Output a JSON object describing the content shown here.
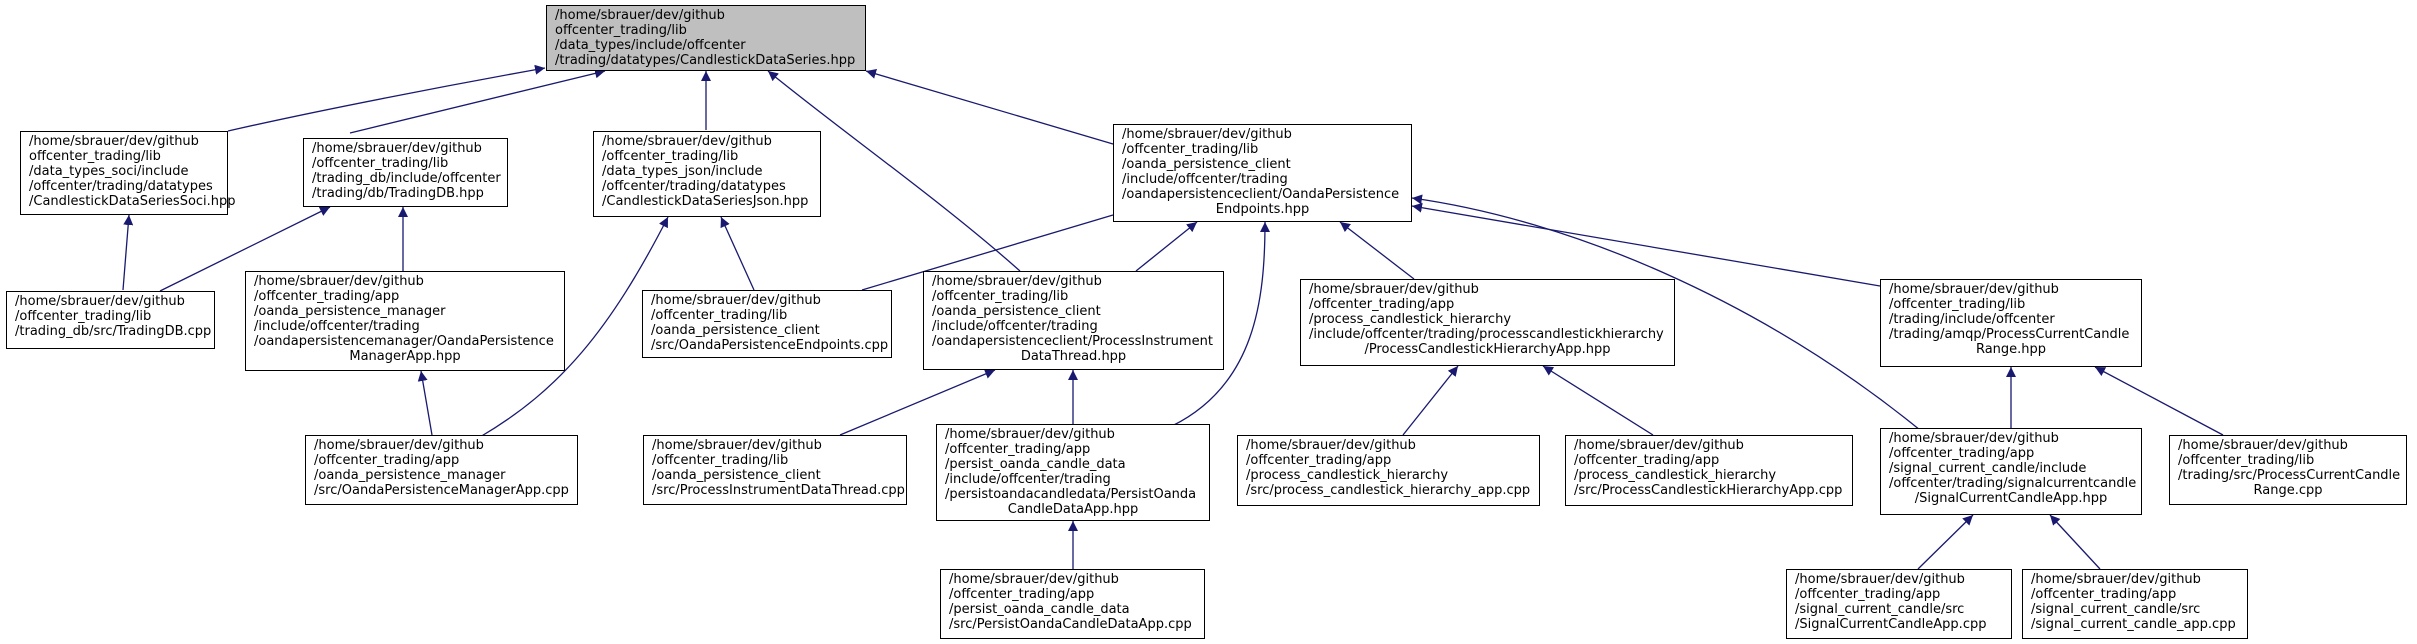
{
  "root": {
    "lines": [
      "/home/sbrauer/dev/github",
      "offcenter_trading/lib",
      "/data_types/include/offcenter",
      "/trading/datatypes/CandlestickDataSeries.hpp"
    ]
  },
  "nodes": {
    "soci_hpp": {
      "lines": [
        "/home/sbrauer/dev/github",
        "offcenter_trading/lib",
        "/data_types_soci/include",
        "/offcenter/trading/datatypes",
        "/CandlestickDataSeriesSoci.hpp"
      ]
    },
    "tradingdb_hpp": {
      "lines": [
        "/home/sbrauer/dev/github",
        "/offcenter_trading/lib",
        "/trading_db/include/offcenter",
        "/trading/db/TradingDB.hpp"
      ]
    },
    "json_hpp": {
      "lines": [
        "/home/sbrauer/dev/github",
        "/offcenter_trading/lib",
        "/data_types_json/include",
        "/offcenter/trading/datatypes",
        "/CandlestickDataSeriesJson.hpp"
      ]
    },
    "endpoints_hpp": {
      "lines": [
        "/home/sbrauer/dev/github",
        "/offcenter_trading/lib",
        "/oanda_persistence_client",
        "/include/offcenter/trading",
        "/oandapersistenceclient/OandaPersistence",
        "Endpoints.hpp"
      ]
    },
    "tradingdb_cpp": {
      "lines": [
        "/home/sbrauer/dev/github",
        "/offcenter_trading/lib",
        "/trading_db/src/TradingDB.cpp"
      ]
    },
    "manager_hpp": {
      "lines": [
        "/home/sbrauer/dev/github",
        "/offcenter_trading/app",
        "/oanda_persistence_manager",
        "/include/offcenter/trading",
        "/oandapersistencemanager/OandaPersistence",
        "ManagerApp.hpp"
      ]
    },
    "endpoints_cpp": {
      "lines": [
        "/home/sbrauer/dev/github",
        "/offcenter_trading/lib",
        "/oanda_persistence_client",
        "/src/OandaPersistenceEndpoints.cpp"
      ]
    },
    "pidt_hpp": {
      "lines": [
        "/home/sbrauer/dev/github",
        "/offcenter_trading/lib",
        "/oanda_persistence_client",
        "/include/offcenter/trading",
        "/oandapersistenceclient/ProcessInstrument",
        "DataThread.hpp"
      ]
    },
    "pch_hpp": {
      "lines": [
        "/home/sbrauer/dev/github",
        "/offcenter_trading/app",
        "/process_candlestick_hierarchy",
        "/include/offcenter/trading/processcandlestickhierarchy",
        "/ProcessCandlestickHierarchyApp.hpp"
      ]
    },
    "pccr_hpp": {
      "lines": [
        "/home/sbrauer/dev/github",
        "/offcenter_trading/lib",
        "/trading/include/offcenter",
        "/trading/amqp/ProcessCurrentCandle",
        "Range.hpp"
      ]
    },
    "manager_cpp": {
      "lines": [
        "/home/sbrauer/dev/github",
        "/offcenter_trading/app",
        "/oanda_persistence_manager",
        "/src/OandaPersistenceManagerApp.cpp"
      ]
    },
    "pidt_cpp": {
      "lines": [
        "/home/sbrauer/dev/github",
        "/offcenter_trading/lib",
        "/oanda_persistence_client",
        "/src/ProcessInstrumentDataThread.cpp"
      ]
    },
    "pocd_hpp": {
      "lines": [
        "/home/sbrauer/dev/github",
        "/offcenter_trading/app",
        "/persist_oanda_candle_data",
        "/include/offcenter/trading",
        "/persistoandacandledata/PersistOanda",
        "CandleDataApp.hpp"
      ]
    },
    "pch_app_cpp": {
      "lines": [
        "/home/sbrauer/dev/github",
        "/offcenter_trading/app",
        "/process_candlestick_hierarchy",
        "/src/process_candlestick_hierarchy_app.cpp"
      ]
    },
    "pch_cpp": {
      "lines": [
        "/home/sbrauer/dev/github",
        "/offcenter_trading/app",
        "/process_candlestick_hierarchy",
        "/src/ProcessCandlestickHierarchyApp.cpp"
      ]
    },
    "scc_hpp": {
      "lines": [
        "/home/sbrauer/dev/github",
        "/offcenter_trading/app",
        "/signal_current_candle/include",
        "/offcenter/trading/signalcurrentcandle",
        "/SignalCurrentCandleApp.hpp"
      ]
    },
    "pccr_cpp": {
      "lines": [
        "/home/sbrauer/dev/github",
        "/offcenter_trading/lib",
        "/trading/src/ProcessCurrentCandle",
        "Range.cpp"
      ]
    },
    "pocd_cpp": {
      "lines": [
        "/home/sbrauer/dev/github",
        "/offcenter_trading/app",
        "/persist_oanda_candle_data",
        "/src/PersistOandaCandleDataApp.cpp"
      ]
    },
    "scc_cpp": {
      "lines": [
        "/home/sbrauer/dev/github",
        "/offcenter_trading/app",
        "/signal_current_candle/src",
        "/SignalCurrentCandleApp.cpp"
      ]
    },
    "scc_app_cpp": {
      "lines": [
        "/home/sbrauer/dev/github",
        "/offcenter_trading/app",
        "/signal_current_candle/src",
        "/signal_current_candle_app.cpp"
      ]
    }
  },
  "colors": {
    "edge": "#191970",
    "root_fill": "#bfbfbf",
    "node_fill": "#ffffff",
    "border": "#000000"
  }
}
